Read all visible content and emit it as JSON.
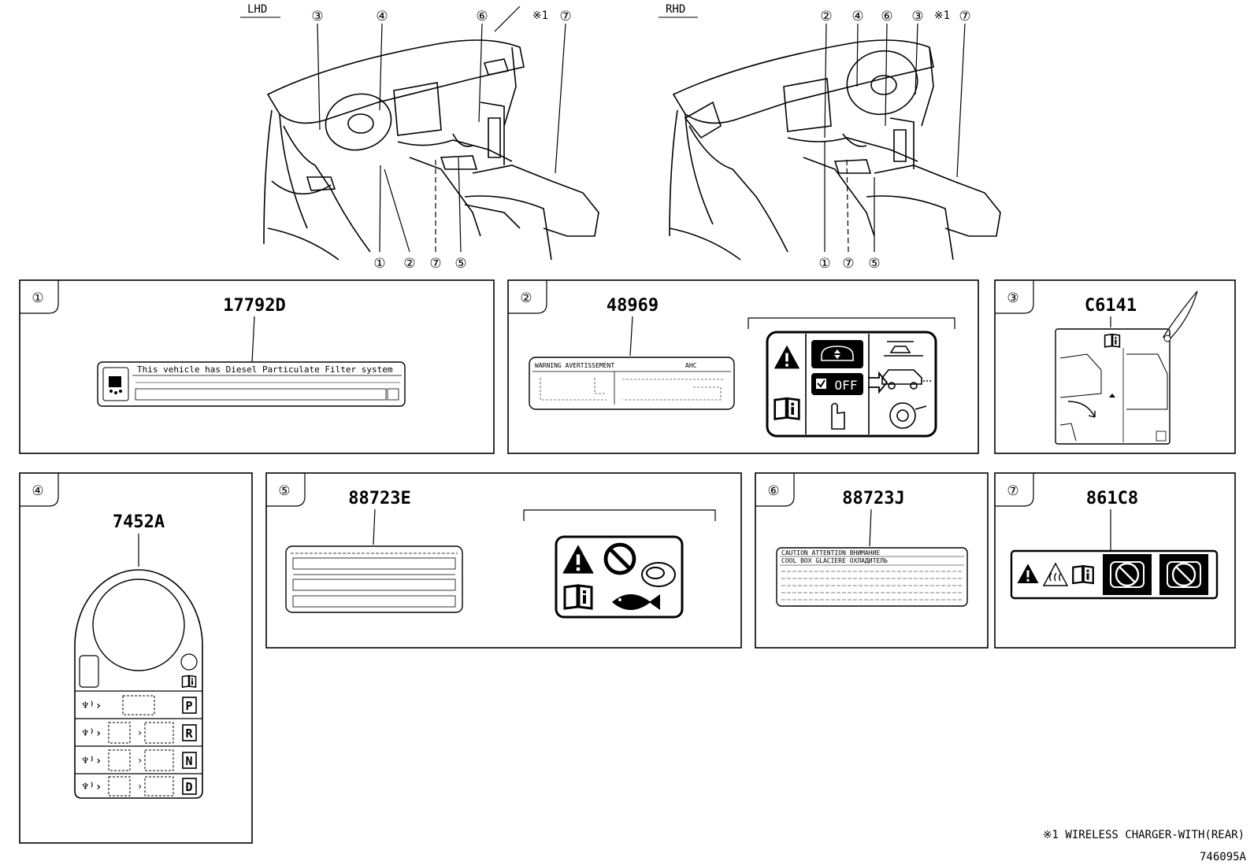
{
  "views": {
    "lhd": {
      "label": "LHD"
    },
    "rhd": {
      "label": "RHD"
    }
  },
  "callouts": {
    "c1": "①",
    "c2": "②",
    "c3": "③",
    "c4": "④",
    "c5": "⑤",
    "c6": "⑥",
    "c7": "⑦",
    "note_mark": "※1"
  },
  "labels": {
    "p1": {
      "index": "①",
      "part_number": "17792D",
      "text": "This vehicle has Diesel Particulate Filter system"
    },
    "p2": {
      "index": "②",
      "part_number": "48969",
      "warning_text": "WARNING AVERTISSEMENT",
      "system_text": "AHC",
      "off_text": "OFF"
    },
    "p3": {
      "index": "③",
      "part_number": "C6141"
    },
    "p4": {
      "index": "④",
      "part_number": "7452A",
      "gears": [
        "P",
        "R",
        "N",
        "D"
      ]
    },
    "p5": {
      "index": "⑤",
      "part_number": "88723E"
    },
    "p6": {
      "index": "⑥",
      "part_number": "88723J",
      "header_text": "CAUTION  ATTENTION  ВНИМАНИЕ",
      "row_text": "COOL BOX  GLACIERE  ОХЛАДИТЕЛЬ"
    },
    "p7": {
      "index": "⑦",
      "part_number": "861C8"
    }
  },
  "footnote": "※1 WIRELESS CHARGER-WITH(REAR)",
  "diagram_code": "746095A",
  "icons": {
    "warning": "warning-triangle-icon",
    "manual": "owners-manual-icon",
    "prohibit": "prohibition-icon",
    "filter": "dpf-filter-icon"
  }
}
